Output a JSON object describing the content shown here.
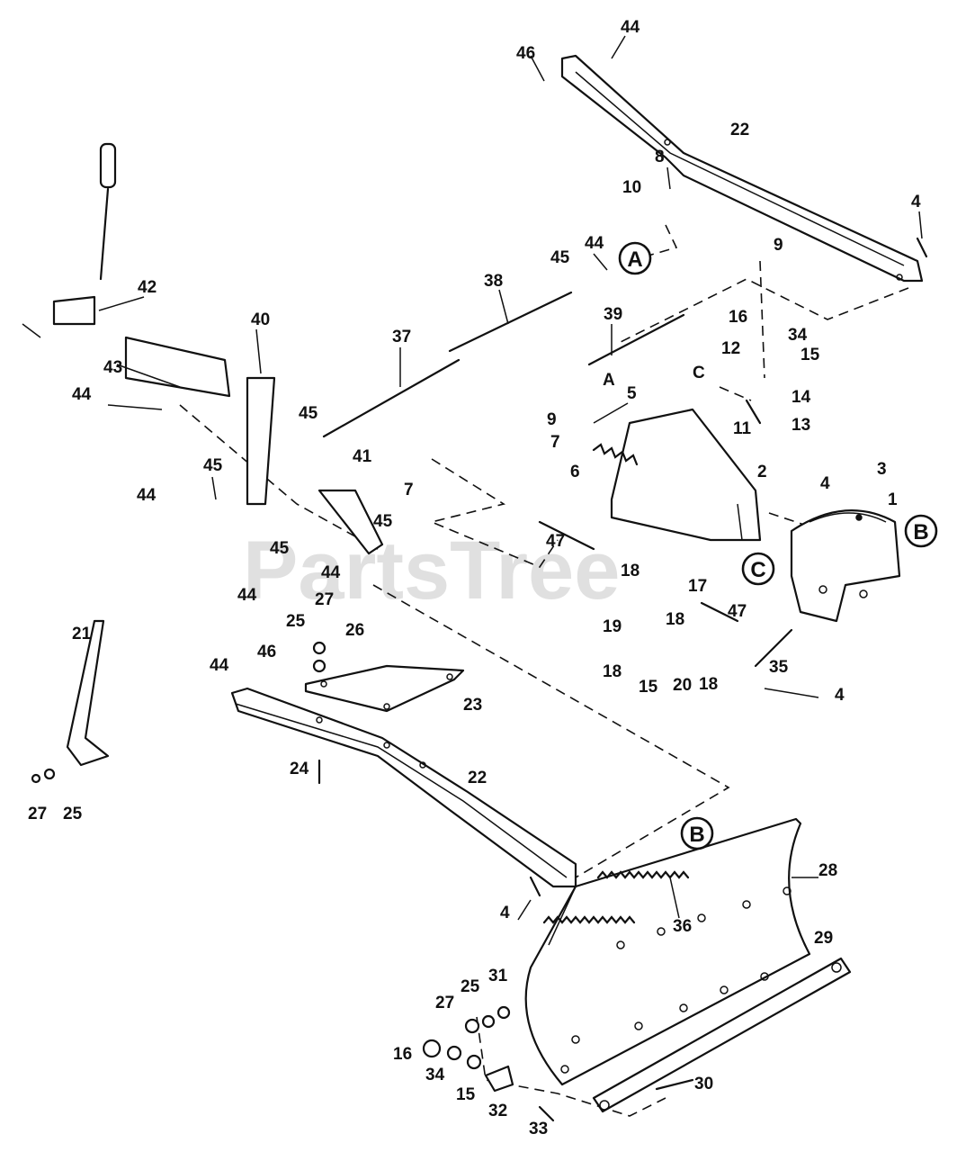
{
  "watermark": "PartsTree",
  "callouts": [
    "A",
    "B",
    "C"
  ],
  "inline_letters": [
    "A",
    "C"
  ],
  "part_labels": [
    "1",
    "2",
    "3",
    "4",
    "5",
    "6",
    "7",
    "8",
    "9",
    "10",
    "11",
    "12",
    "13",
    "14",
    "15",
    "16",
    "17",
    "18",
    "19",
    "20",
    "21",
    "22",
    "23",
    "24",
    "25",
    "26",
    "27",
    "28",
    "29",
    "30",
    "31",
    "32",
    "33",
    "34",
    "35",
    "36",
    "37",
    "38",
    "39",
    "40",
    "41",
    "42",
    "43",
    "44",
    "45",
    "46",
    "47"
  ]
}
